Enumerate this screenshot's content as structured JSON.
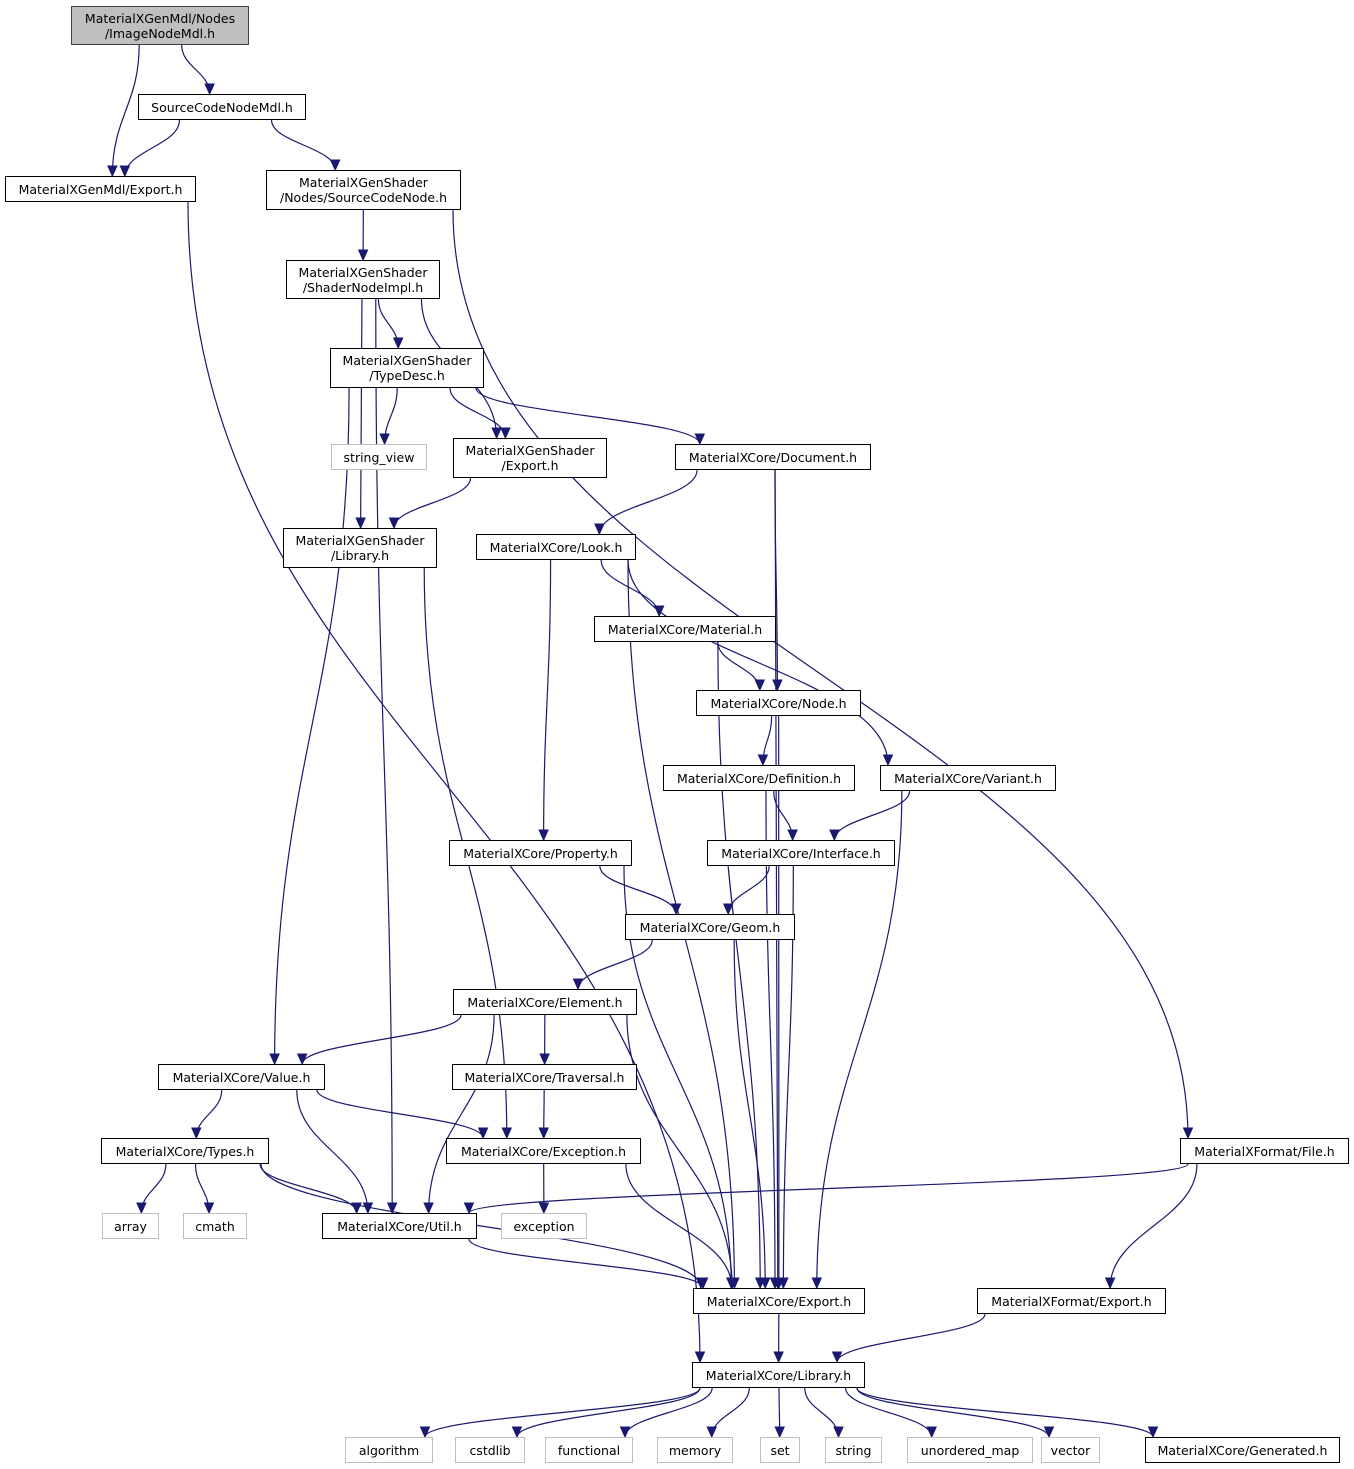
{
  "diagram": {
    "title": "MaterialXGenMdl/Nodes/ImageNodeMdl.h",
    "edge_color": "#191970",
    "root_fill": "#bfbfbf",
    "external_border": "#bfbfbf",
    "nodes": [
      {
        "id": "root",
        "label": "MaterialXGenMdl/Nodes\n/ImageNodeMdl.h",
        "kind": "root"
      },
      {
        "id": "srcmdl",
        "label": "SourceCodeNodeMdl.h",
        "kind": "file"
      },
      {
        "id": "mdlexport",
        "label": "MaterialXGenMdl/Export.h",
        "kind": "file"
      },
      {
        "id": "srcnode",
        "label": "MaterialXGenShader\n/Nodes/SourceCodeNode.h",
        "kind": "file"
      },
      {
        "id": "shimpl",
        "label": "MaterialXGenShader\n/ShaderNodeImpl.h",
        "kind": "file"
      },
      {
        "id": "typedesc",
        "label": "MaterialXGenShader\n/TypeDesc.h",
        "kind": "file"
      },
      {
        "id": "string_view",
        "label": "string_view",
        "kind": "external"
      },
      {
        "id": "gsexport",
        "label": "MaterialXGenShader\n/Export.h",
        "kind": "file"
      },
      {
        "id": "document",
        "label": "MaterialXCore/Document.h",
        "kind": "file"
      },
      {
        "id": "gslibrary",
        "label": "MaterialXGenShader\n/Library.h",
        "kind": "file"
      },
      {
        "id": "look",
        "label": "MaterialXCore/Look.h",
        "kind": "file"
      },
      {
        "id": "material",
        "label": "MaterialXCore/Material.h",
        "kind": "file"
      },
      {
        "id": "node",
        "label": "MaterialXCore/Node.h",
        "kind": "file"
      },
      {
        "id": "definition",
        "label": "MaterialXCore/Definition.h",
        "kind": "file"
      },
      {
        "id": "variant",
        "label": "MaterialXCore/Variant.h",
        "kind": "file"
      },
      {
        "id": "property",
        "label": "MaterialXCore/Property.h",
        "kind": "file"
      },
      {
        "id": "interface",
        "label": "MaterialXCore/Interface.h",
        "kind": "file"
      },
      {
        "id": "geom",
        "label": "MaterialXCore/Geom.h",
        "kind": "file"
      },
      {
        "id": "element",
        "label": "MaterialXCore/Element.h",
        "kind": "file"
      },
      {
        "id": "value",
        "label": "MaterialXCore/Value.h",
        "kind": "file"
      },
      {
        "id": "traversal",
        "label": "MaterialXCore/Traversal.h",
        "kind": "file"
      },
      {
        "id": "types",
        "label": "MaterialXCore/Types.h",
        "kind": "file"
      },
      {
        "id": "exception_h",
        "label": "MaterialXCore/Exception.h",
        "kind": "file"
      },
      {
        "id": "fileh",
        "label": "MaterialXFormat/File.h",
        "kind": "file"
      },
      {
        "id": "array",
        "label": "array",
        "kind": "external"
      },
      {
        "id": "cmath",
        "label": "cmath",
        "kind": "external"
      },
      {
        "id": "util",
        "label": "MaterialXCore/Util.h",
        "kind": "file"
      },
      {
        "id": "exception",
        "label": "exception",
        "kind": "external"
      },
      {
        "id": "coreexport",
        "label": "MaterialXCore/Export.h",
        "kind": "file"
      },
      {
        "id": "fmtexport",
        "label": "MaterialXFormat/Export.h",
        "kind": "file"
      },
      {
        "id": "corelibrary",
        "label": "MaterialXCore/Library.h",
        "kind": "file"
      },
      {
        "id": "algorithm",
        "label": "algorithm",
        "kind": "external"
      },
      {
        "id": "cstdlib",
        "label": "cstdlib",
        "kind": "external"
      },
      {
        "id": "functional",
        "label": "functional",
        "kind": "external"
      },
      {
        "id": "memory",
        "label": "memory",
        "kind": "external"
      },
      {
        "id": "set",
        "label": "set",
        "kind": "external"
      },
      {
        "id": "string",
        "label": "string",
        "kind": "external"
      },
      {
        "id": "unordered_map",
        "label": "unordered_map",
        "kind": "external"
      },
      {
        "id": "vector",
        "label": "vector",
        "kind": "external"
      },
      {
        "id": "generated",
        "label": "MaterialXCore/Generated.h",
        "kind": "file"
      }
    ],
    "edges": [
      [
        "root",
        "mdlexport"
      ],
      [
        "root",
        "srcmdl"
      ],
      [
        "srcmdl",
        "mdlexport"
      ],
      [
        "srcmdl",
        "srcnode"
      ],
      [
        "mdlexport",
        "corelibrary"
      ],
      [
        "srcnode",
        "shimpl"
      ],
      [
        "srcnode",
        "fileh"
      ],
      [
        "shimpl",
        "typedesc"
      ],
      [
        "shimpl",
        "gsexport"
      ],
      [
        "shimpl",
        "gslibrary"
      ],
      [
        "shimpl",
        "util"
      ],
      [
        "typedesc",
        "string_view"
      ],
      [
        "typedesc",
        "gsexport"
      ],
      [
        "typedesc",
        "document"
      ],
      [
        "typedesc",
        "value"
      ],
      [
        "gsexport",
        "gslibrary"
      ],
      [
        "gslibrary",
        "exception_h"
      ],
      [
        "document",
        "look"
      ],
      [
        "document",
        "node"
      ],
      [
        "document",
        "coreexport"
      ],
      [
        "look",
        "material"
      ],
      [
        "look",
        "variant"
      ],
      [
        "look",
        "property"
      ],
      [
        "look",
        "coreexport"
      ],
      [
        "material",
        "node"
      ],
      [
        "material",
        "coreexport"
      ],
      [
        "node",
        "definition"
      ],
      [
        "node",
        "coreexport"
      ],
      [
        "definition",
        "interface"
      ],
      [
        "definition",
        "coreexport"
      ],
      [
        "variant",
        "interface"
      ],
      [
        "variant",
        "coreexport"
      ],
      [
        "property",
        "geom"
      ],
      [
        "property",
        "coreexport"
      ],
      [
        "interface",
        "geom"
      ],
      [
        "interface",
        "coreexport"
      ],
      [
        "geom",
        "element"
      ],
      [
        "geom",
        "coreexport"
      ],
      [
        "element",
        "value"
      ],
      [
        "element",
        "traversal"
      ],
      [
        "element",
        "util"
      ],
      [
        "element",
        "coreexport"
      ],
      [
        "value",
        "types"
      ],
      [
        "value",
        "util"
      ],
      [
        "value",
        "exception_h"
      ],
      [
        "traversal",
        "exception_h"
      ],
      [
        "types",
        "array"
      ],
      [
        "types",
        "cmath"
      ],
      [
        "types",
        "util"
      ],
      [
        "types",
        "coreexport"
      ],
      [
        "exception_h",
        "exception"
      ],
      [
        "exception_h",
        "coreexport"
      ],
      [
        "fileh",
        "util"
      ],
      [
        "fileh",
        "fmtexport"
      ],
      [
        "util",
        "coreexport"
      ],
      [
        "coreexport",
        "corelibrary"
      ],
      [
        "fmtexport",
        "corelibrary"
      ],
      [
        "corelibrary",
        "algorithm"
      ],
      [
        "corelibrary",
        "cstdlib"
      ],
      [
        "corelibrary",
        "functional"
      ],
      [
        "corelibrary",
        "memory"
      ],
      [
        "corelibrary",
        "set"
      ],
      [
        "corelibrary",
        "string"
      ],
      [
        "corelibrary",
        "unordered_map"
      ],
      [
        "corelibrary",
        "vector"
      ],
      [
        "corelibrary",
        "generated"
      ]
    ]
  }
}
